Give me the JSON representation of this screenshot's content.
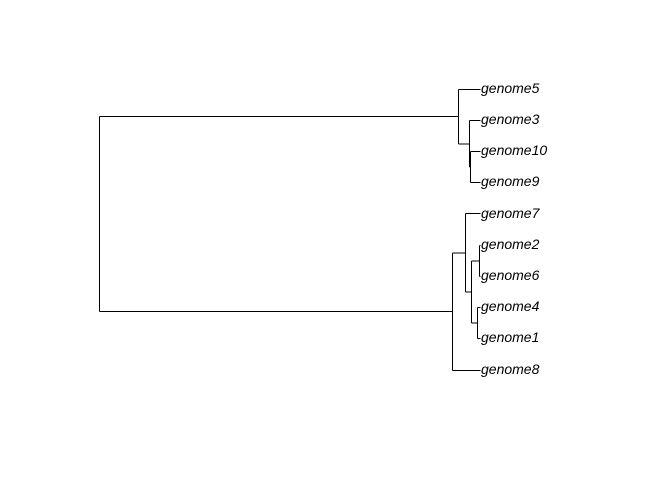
{
  "tree": {
    "tips": [
      {
        "id": "t5",
        "label": "genome5"
      },
      {
        "id": "t3",
        "label": "genome3"
      },
      {
        "id": "t10",
        "label": "genome10"
      },
      {
        "id": "t9",
        "label": "genome9"
      },
      {
        "id": "t7",
        "label": "genome7"
      },
      {
        "id": "t2",
        "label": "genome2"
      },
      {
        "id": "t6",
        "label": "genome6"
      },
      {
        "id": "t4",
        "label": "genome4"
      },
      {
        "id": "t1",
        "label": "genome1"
      },
      {
        "id": "t8",
        "label": "genome8"
      }
    ],
    "topology": [
      "root",
      [
        "cladeA",
        "t5",
        [
          "c3_10_9",
          "t3",
          [
            "c10_9",
            "t10",
            "t9"
          ]
        ]
      ],
      [
        "cladeB",
        [
          "c7_2_6_4_1",
          "t7",
          [
            "c2_6_4_1",
            [
              "c2_6",
              "t2",
              "t6"
            ],
            [
              "c4_1",
              "t4",
              "t1"
            ]
          ]
        ],
        "t8"
      ]
    ],
    "line_color": "#000000"
  }
}
